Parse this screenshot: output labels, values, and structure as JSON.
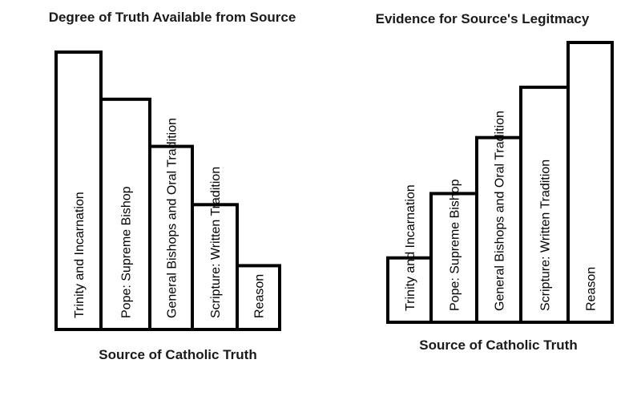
{
  "chart_data": [
    {
      "type": "bar",
      "title": "Degree of Truth Available from Source",
      "xlabel": "Source of Catholic Truth",
      "ylabel": "",
      "categories": [
        "Trinity and Incarnation",
        "Pope: Supreme Bishop",
        "General Bishops and Oral Tradition",
        "Scripture: Written Tradition",
        "Reason"
      ],
      "values": [
        100,
        83,
        66,
        45,
        23
      ],
      "ylim": [
        0,
        100
      ],
      "grid": false,
      "colors": {
        "bar_fill": "#ffffff",
        "bar_stroke": "#000000"
      }
    },
    {
      "type": "bar",
      "title": "Evidence for Source's Legitmacy",
      "xlabel": "Source of Catholic Truth",
      "ylabel": "",
      "categories": [
        "Trinity and Incarnation",
        "Pope: Supreme Bishop",
        "General Bishops and Oral Tradition",
        "Scripture: Written Tradition",
        "Reason"
      ],
      "values": [
        23,
        46,
        66,
        84,
        100
      ],
      "ylim": [
        0,
        100
      ],
      "grid": false,
      "colors": {
        "bar_fill": "#ffffff",
        "bar_stroke": "#000000"
      }
    }
  ]
}
